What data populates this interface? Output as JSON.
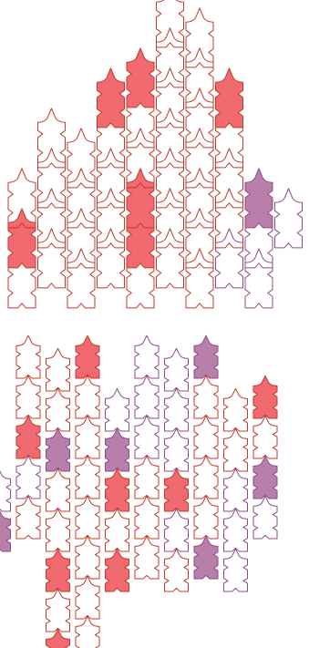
{
  "palette": {
    "background": "#ffffff",
    "red_outline": "#c0392b",
    "purple_outline": "#8e4a86",
    "red_fill": "#f06a70",
    "purple_fill": "#b97fab"
  },
  "figure_top": {
    "columns": 10,
    "rows": 7,
    "tiles": [
      [
        0,
        0,
        "r",
        0
      ],
      [
        1,
        0,
        "r",
        0
      ],
      [
        2,
        0,
        "r",
        0
      ],
      [
        3,
        0,
        "r",
        0
      ],
      [
        4,
        0,
        "r",
        0
      ],
      [
        5,
        0,
        "r",
        0
      ],
      [
        6,
        0,
        "r",
        0
      ],
      [
        7,
        0,
        "p",
        0
      ],
      [
        8,
        0,
        "p",
        0
      ],
      [
        0,
        1,
        "r",
        1
      ],
      [
        1,
        1,
        "r",
        0
      ],
      [
        2,
        1,
        "r",
        0
      ],
      [
        3,
        1,
        "r",
        0
      ],
      [
        4,
        1,
        "r",
        1
      ],
      [
        5,
        1,
        "r",
        0
      ],
      [
        6,
        1,
        "r",
        0
      ],
      [
        7,
        1,
        "r",
        0
      ],
      [
        8,
        1,
        "p",
        0
      ],
      [
        9,
        1,
        "p",
        0
      ],
      [
        0,
        2,
        "r",
        0
      ],
      [
        1,
        2,
        "r",
        0
      ],
      [
        2,
        2,
        "r",
        0
      ],
      [
        3,
        2,
        "r",
        0
      ],
      [
        4,
        2,
        "r",
        1
      ],
      [
        5,
        2,
        "r",
        0
      ],
      [
        6,
        2,
        "r",
        0
      ],
      [
        7,
        2,
        "r",
        0
      ],
      [
        8,
        2,
        "p",
        1
      ],
      [
        1,
        3,
        "r",
        0
      ],
      [
        2,
        3,
        "r",
        0
      ],
      [
        3,
        3,
        "r",
        0
      ],
      [
        4,
        3,
        "r",
        0
      ],
      [
        5,
        3,
        "r",
        0
      ],
      [
        6,
        3,
        "r",
        0
      ],
      [
        7,
        3,
        "r",
        0
      ],
      [
        3,
        4,
        "r",
        1
      ],
      [
        4,
        4,
        "r",
        0
      ],
      [
        5,
        4,
        "r",
        0
      ],
      [
        6,
        4,
        "r",
        0
      ],
      [
        7,
        4,
        "r",
        1
      ],
      [
        4,
        5,
        "r",
        1
      ],
      [
        5,
        5,
        "r",
        0
      ],
      [
        6,
        5,
        "r",
        0
      ],
      [
        5,
        6,
        "r",
        0
      ],
      [
        6,
        6,
        "r",
        0
      ]
    ]
  },
  "figure_bottom": {
    "tiles": [
      [
        0,
        0,
        "r",
        0
      ],
      [
        1,
        0,
        "r",
        0
      ],
      [
        2,
        0,
        "r",
        1
      ],
      [
        4,
        0,
        "p",
        0
      ],
      [
        5,
        0,
        "p",
        0
      ],
      [
        6,
        0,
        "p",
        1
      ],
      [
        0,
        1,
        "r",
        0
      ],
      [
        1,
        1,
        "r",
        0
      ],
      [
        2,
        1,
        "r",
        0
      ],
      [
        3,
        1,
        "p",
        0
      ],
      [
        4,
        1,
        "p",
        0
      ],
      [
        5,
        1,
        "p",
        0
      ],
      [
        6,
        1,
        "r",
        0
      ],
      [
        7,
        1,
        "r",
        0
      ],
      [
        8,
        1,
        "r",
        1
      ],
      [
        0,
        2,
        "r",
        1
      ],
      [
        1,
        2,
        "p",
        1
      ],
      [
        2,
        2,
        "r",
        0
      ],
      [
        3,
        2,
        "p",
        1
      ],
      [
        4,
        2,
        "p",
        0
      ],
      [
        5,
        2,
        "p",
        0
      ],
      [
        6,
        2,
        "r",
        0
      ],
      [
        7,
        2,
        "r",
        0
      ],
      [
        8,
        2,
        "r",
        0
      ],
      [
        -1,
        3,
        "p",
        0
      ],
      [
        0,
        3,
        "p",
        0
      ],
      [
        1,
        3,
        "r",
        0
      ],
      [
        2,
        3,
        "r",
        0
      ],
      [
        3,
        3,
        "r",
        1
      ],
      [
        4,
        3,
        "r",
        0
      ],
      [
        5,
        3,
        "r",
        1
      ],
      [
        6,
        3,
        "r",
        0
      ],
      [
        7,
        3,
        "p",
        0
      ],
      [
        8,
        3,
        "p",
        1
      ],
      [
        -1,
        4,
        "p",
        1
      ],
      [
        0,
        4,
        "r",
        0
      ],
      [
        1,
        4,
        "r",
        0
      ],
      [
        2,
        4,
        "r",
        0
      ],
      [
        3,
        4,
        "r",
        0
      ],
      [
        4,
        4,
        "r",
        0
      ],
      [
        5,
        4,
        "p",
        0
      ],
      [
        6,
        4,
        "r",
        0
      ],
      [
        7,
        4,
        "p",
        0
      ],
      [
        8,
        4,
        "p",
        0
      ],
      [
        1,
        5,
        "r",
        1
      ],
      [
        2,
        5,
        "r",
        0
      ],
      [
        3,
        5,
        "r",
        1
      ],
      [
        4,
        5,
        "r",
        0
      ],
      [
        5,
        5,
        "r",
        0
      ],
      [
        6,
        5,
        "p",
        1
      ],
      [
        7,
        5,
        "p",
        0
      ],
      [
        1,
        6,
        "r",
        0
      ],
      [
        2,
        6,
        "r",
        0
      ],
      [
        1,
        7,
        "r",
        1
      ],
      [
        2,
        7,
        "r",
        0
      ]
    ]
  }
}
